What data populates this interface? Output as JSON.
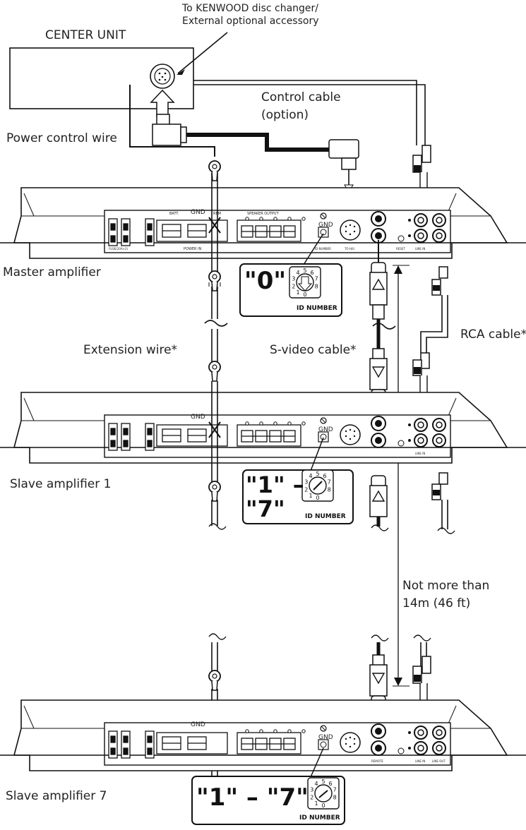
{
  "top_note": {
    "line1": "To KENWOOD disc changer/",
    "line2": "External optional accessory"
  },
  "center_unit_label": "CENTER UNIT",
  "control_cable": {
    "line1": "Control cable",
    "line2": "(option)"
  },
  "power_control_wire": "Power control wire",
  "extension_wire": "Extension wire*",
  "svideo_cable": "S-video cable*",
  "rca_cable": "RCA cable*",
  "distance_note": {
    "line1": "Not more than",
    "line2": "14m (46 ft)"
  },
  "amplifiers": [
    {
      "label": "Master amplifier",
      "id_value": "\"0\""
    },
    {
      "label": "Slave amplifier 1",
      "id_value_line1": "\"1\" –",
      "id_value_line2": "\"7\""
    },
    {
      "label": "Slave amplifier 7",
      "id_value": "\"1\" – \"7\""
    }
  ],
  "panel_text": {
    "batt": "BATT.",
    "gnd": "GND",
    "rem": "REM",
    "speaker_output": "SPEAKER OUTPUT",
    "power_in": "POWER IN",
    "fuse": "FUSE(20A×2)",
    "id_number_small": "ID NUMBER",
    "to_hu": "TO H/U",
    "remote": "REMOTE",
    "reset": "RESET",
    "line_in": "LINE IN",
    "line_out": "LINE OUT"
  },
  "id_number_label": "ID NUMBER",
  "dial_digits": [
    "0",
    "1",
    "2",
    "3",
    "4",
    "5",
    "6",
    "7",
    "8"
  ]
}
